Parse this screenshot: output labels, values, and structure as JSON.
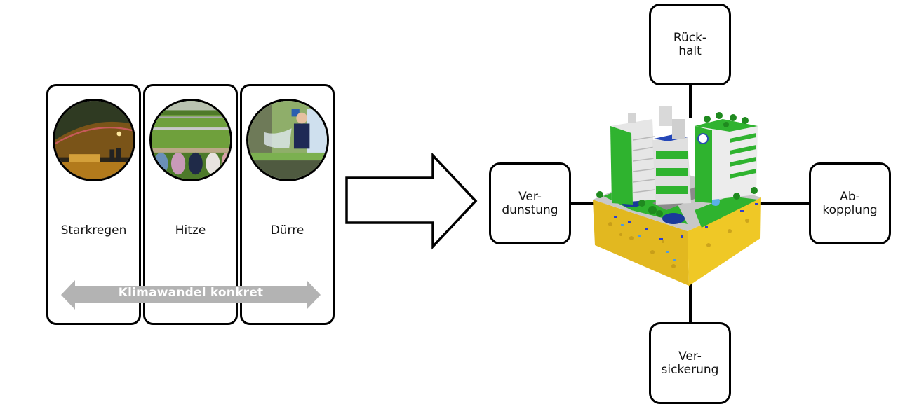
{
  "left_section": {
    "panels": [
      {
        "label": "Starkregen",
        "image": "heavy-rain-underpass-photo"
      },
      {
        "label": "Hitze",
        "image": "heat-people-lying-on-grass-photo"
      },
      {
        "label": "Dürre",
        "image": "drought-firefighter-watering-photo"
      }
    ],
    "span_arrow_label": "Klimawandel konkret"
  },
  "transition_arrow": "right-arrow",
  "right_section": {
    "center_image": "green-city-block-illustration",
    "nodes": {
      "top": {
        "line1": "Rück-",
        "line2": "halt"
      },
      "left": {
        "line1": "Ver-",
        "line2": "dunstung"
      },
      "right": {
        "line1": "Ab-",
        "line2": "kopplung"
      },
      "bottom": {
        "line1": "Ver-",
        "line2": "sickerung"
      }
    }
  },
  "colors": {
    "outline": "#000000",
    "span_arrow": "#b3b3b3",
    "building_green": "#2db52d",
    "soil_yellow": "#e8c21a",
    "water_blue": "#1f3fa8"
  }
}
